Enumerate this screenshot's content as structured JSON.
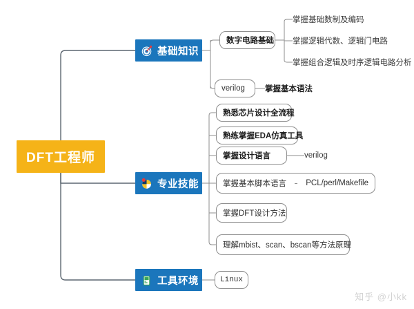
{
  "mindmap": {
    "root": {
      "label": "DFT工程师",
      "color": "#F5B318"
    },
    "branch_color": "#1B76BC",
    "branches": [
      {
        "id": "basics",
        "label": "基础知识",
        "icon": "target-icon",
        "children": [
          {
            "id": "digital-circuit",
            "label": "数字电路基础",
            "style": "boxed-bold",
            "children": [
              {
                "label": "掌握基础数制及编码",
                "style": "plain"
              },
              {
                "label": "掌握逻辑代数、逻辑门电路",
                "style": "plain"
              },
              {
                "label": "掌握组合逻辑及时序逻辑电路分析",
                "style": "plain"
              }
            ]
          },
          {
            "id": "verilog",
            "label": "verilog",
            "style": "boxed",
            "children": [
              {
                "label": "掌握基本语法",
                "style": "plain-bold"
              }
            ]
          }
        ]
      },
      {
        "id": "skills",
        "label": "专业技能",
        "icon": "pie-chart-icon",
        "children": [
          {
            "id": "chip-flow",
            "label": "熟悉芯片设计全流程",
            "style": "boxed-bold",
            "children": []
          },
          {
            "id": "eda-tools",
            "label": "熟练掌握EDA仿真工具",
            "style": "boxed-bold",
            "children": []
          },
          {
            "id": "design-language",
            "label": "掌握设计语言",
            "style": "boxed-bold",
            "children": [
              {
                "label": "verilog",
                "style": "plain"
              }
            ]
          },
          {
            "id": "script-language",
            "label": "掌握基本脚本语言",
            "style": "boxed-wide",
            "children": [
              {
                "label": "PCL/perl/Makefile",
                "style": "inline"
              }
            ]
          },
          {
            "id": "dft-method",
            "label": "掌握DFT设计方法",
            "style": "boxed",
            "children": []
          },
          {
            "id": "mbist-scan",
            "label": "理解mbist、scan、bscan等方法原理",
            "style": "boxed",
            "children": []
          }
        ]
      },
      {
        "id": "tools-env",
        "label": "工具环境",
        "icon": "green-device-icon",
        "children": [
          {
            "id": "linux",
            "label": "Linux",
            "style": "boxed-mono",
            "children": []
          }
        ]
      }
    ]
  },
  "watermark": {
    "text": "知乎 @小kk"
  }
}
